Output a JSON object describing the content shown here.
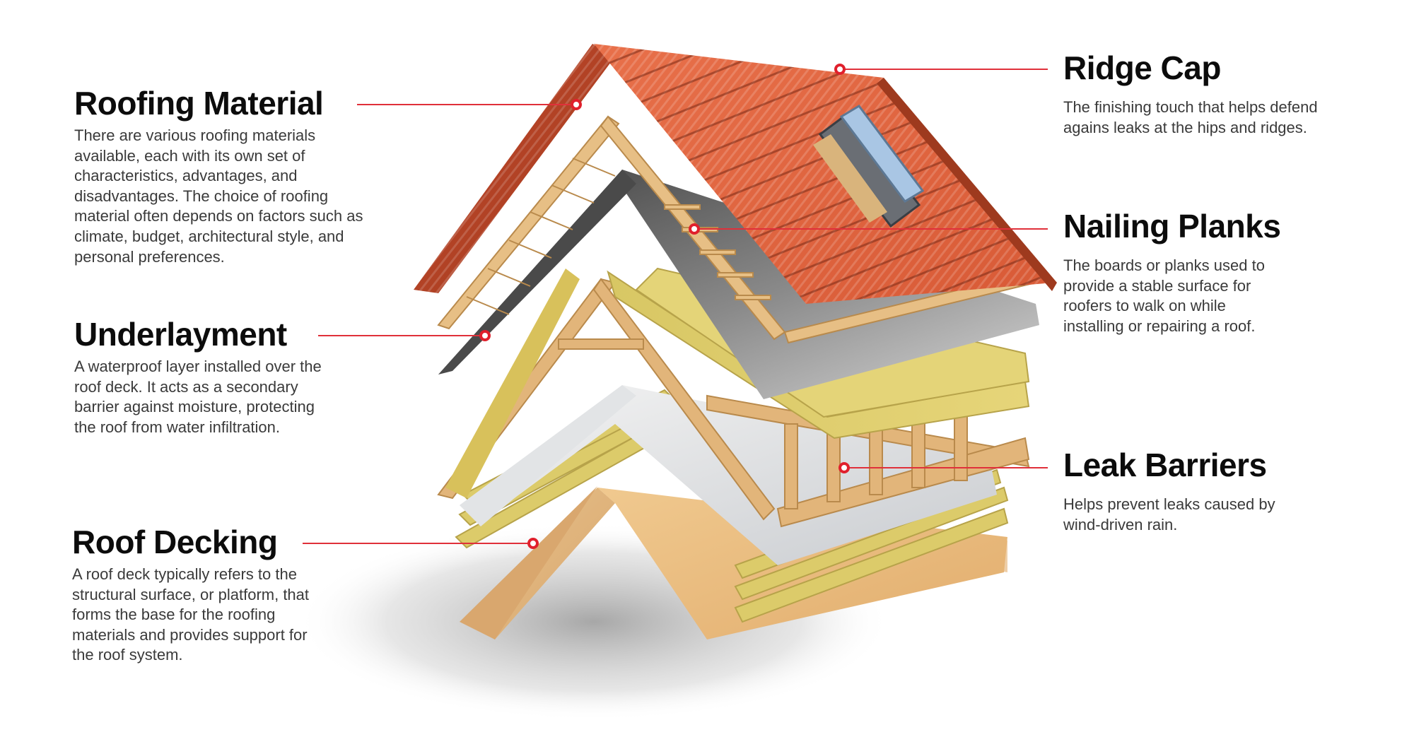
{
  "accent_color": "#e0202c",
  "labels": {
    "roofing_material": {
      "title": "Roofing Material",
      "lines": [
        "There are various roofing materials",
        "available, each with its own set of",
        "characteristics, advantages, and",
        "disadvantages. The choice of roofing",
        "material often depends on factors such as",
        "climate, budget, architectural style, and",
        "personal preferences."
      ]
    },
    "underlayment": {
      "title": "Underlayment",
      "lines": [
        "A waterproof layer installed over the",
        "roof deck. It acts as a secondary",
        "barrier against moisture, protecting",
        "the roof from water infiltration."
      ]
    },
    "roof_decking": {
      "title": "Roof Decking",
      "lines": [
        "A roof deck typically refers to the",
        "structural surface, or platform, that",
        "forms the base for the roofing",
        "materials and provides support for",
        "the roof system."
      ]
    },
    "ridge_cap": {
      "title": "Ridge Cap",
      "lines": [
        "The finishing touch that helps defend",
        "agains leaks at the hips and ridges."
      ]
    },
    "nailing_planks": {
      "title": "Nailing Planks",
      "lines": [
        "The boards or planks used to",
        "provide a stable surface for",
        "roofers to walk on while",
        "installing or repairing a roof."
      ]
    },
    "leak_barriers": {
      "title": "Leak Barriers",
      "lines": [
        "Helps prevent leaks caused by",
        "wind-driven rain."
      ]
    }
  },
  "illustration": {
    "subject": "exploded-roof-layers",
    "layers": [
      "roof-tiles",
      "skylight-window",
      "nailing-planks-battens",
      "underlayment-membrane",
      "insulation",
      "rafters",
      "leak-barrier-membrane",
      "roof-decking-boards"
    ]
  }
}
